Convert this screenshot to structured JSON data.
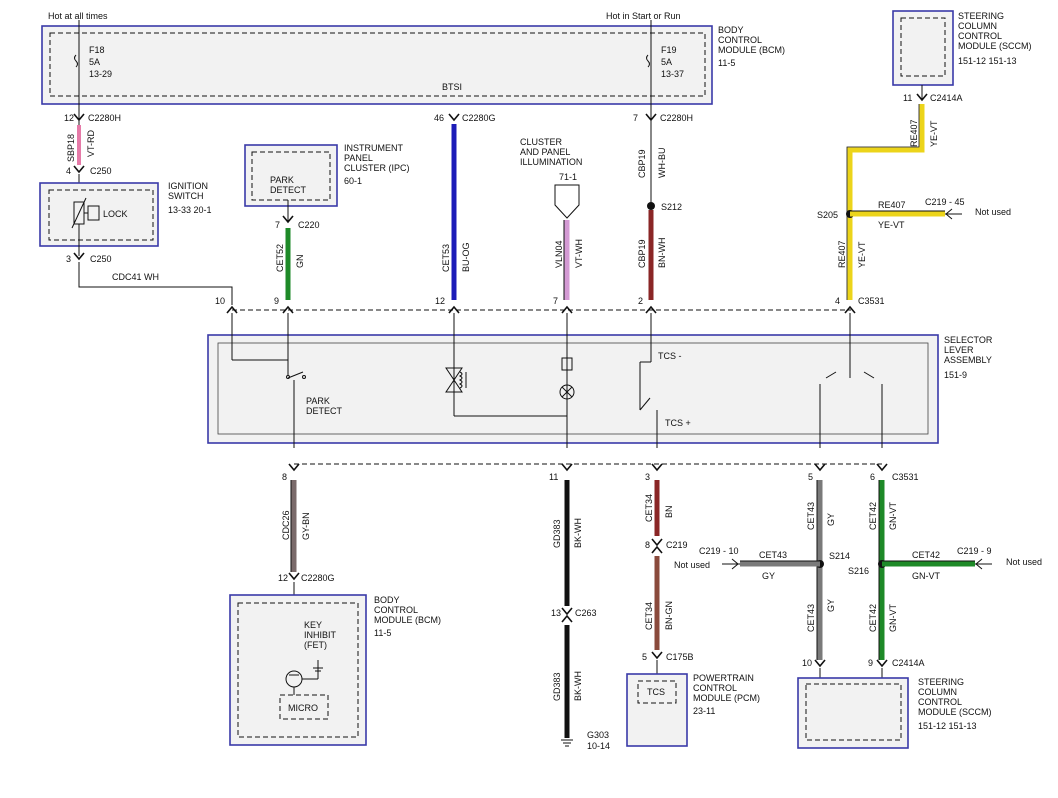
{
  "power": {
    "hot_at_all_times": "Hot at all times",
    "hot_in_start_run": "Hot in Start or Run"
  },
  "bcm_top": {
    "name": "BODY\nCONTROL\nMODULE (BCM)",
    "ref": "11-5",
    "fuse_left": {
      "label": "F18",
      "amps": "5A",
      "ref": "13-29"
    },
    "fuse_right": {
      "label": "F19",
      "amps": "5A",
      "ref": "13-37"
    },
    "btsi": "BTSI"
  },
  "sccm_top": {
    "name": "STEERING\nCOLUMN\nCONTROL\nMODULE (SCCM)",
    "ref": "151-12  151-13"
  },
  "ignition": {
    "name": "IGNITION\nSWITCH",
    "ref": "13-33  20-1",
    "lock": "LOCK"
  },
  "ipc": {
    "name": "INSTRUMENT\nPANEL\nCLUSTER (IPC)",
    "ref": "60-1",
    "inner": "PARK\nDETECT"
  },
  "cluster_illum": {
    "name": "CLUSTER\nAND PANEL\nILLUMINATION",
    "ref": "71-1"
  },
  "selector": {
    "name": "SELECTOR\nLEVER\nASSEMBLY",
    "ref": "151-9",
    "park": "PARK\nDETECT",
    "tcs_minus": "TCS -",
    "tcs_plus": "TCS +"
  },
  "bcm_bottom": {
    "name": "BODY\nCONTROL\nMODULE (BCM)",
    "ref": "11-5",
    "key_inhibit": "KEY\nINHIBIT\n(FET)",
    "micro": "MICRO"
  },
  "pcm": {
    "name": "POWERTRAIN\nCONTROL\nMODULE (PCM)",
    "ref": "23-11",
    "inner": "TCS"
  },
  "sccm_bottom": {
    "name": "STEERING\nCOLUMN\nCONTROL\nMODULE (SCCM)",
    "ref": "151-12  151-13"
  },
  "labels": {
    "p12": "12",
    "c2280h_a": "C2280H",
    "p4": "4",
    "c250_a": "C250",
    "p3": "3",
    "c250_b": "C250",
    "sbp18": "SBP18",
    "vtrd": "VT-RD",
    "cdc41": "CDC41   WH",
    "p7a": "7",
    "c220": "C220",
    "cet52": "CET52",
    "gn": "GN",
    "p46": "46",
    "c2280g_a": "C2280G",
    "cet53": "CET53",
    "buog": "BU-OG",
    "vln04": "VLN04",
    "vtwh": "VT-WH",
    "p7b": "7",
    "c2280h_b": "C2280H",
    "cbp19a": "CBP19",
    "whbu": "WH-BU",
    "s212": "S212",
    "cbp19b": "CBP19",
    "bnwh": "BN-WH",
    "p11": "11",
    "c2414a_a": "C2414A",
    "re407a": "RE407",
    "yevta": "YE-VT",
    "s205": "S205",
    "re407b": "RE407",
    "yevtb": "YE-VT",
    "c219_45": "C219 - 45",
    "not_used_1": "Not used",
    "re407c": "RE407",
    "yevtc": "YE-VT",
    "pin10": "10",
    "pin9": "9",
    "pin12": "12",
    "pin7": "7",
    "pin2": "2",
    "pin4": "4",
    "c3531_a": "C3531",
    "b8": "8",
    "b11": "11",
    "b3": "3",
    "b5": "5",
    "b6": "6",
    "c3531_b": "C3531",
    "cdc26": "CDC26",
    "gybn": "GY-BN",
    "p12b": "12",
    "c2280g_b": "C2280G",
    "gd383a": "GD383",
    "bkwha": "BK-WH",
    "p13": "13",
    "c263": "C263",
    "gd383b": "GD383",
    "bkwhb": "BK-WH",
    "g303": "G303",
    "g303ref": "10-14",
    "cet34a": "CET34",
    "bn": "BN",
    "p8": "8",
    "c219a": "C219",
    "cet34b": "CET34",
    "bngn": "BN-GN",
    "p5": "5",
    "c175b": "C175B",
    "cet43a": "CET43",
    "gya": "GY",
    "s214": "S214",
    "cet43b": "CET43",
    "gyb": "GY",
    "cet43c": "CET43",
    "gyc": "GY",
    "c219_10": "C219 - 10",
    "not_used_2": "Not used",
    "cet42a": "CET42",
    "gnvta": "GN-VT",
    "s216": "S216",
    "cet42b": "CET42",
    "gnvtb": "GN-VT",
    "cet42c": "CET42",
    "gnvtc": "GN-VT",
    "c219_9": "C219 - 9",
    "not_used_3": "Not used",
    "p10": "10",
    "p9": "9",
    "c2414a_b": "C2414A"
  },
  "colors": {
    "module_border": "#3a3aa8",
    "module_fill": "#f2f2f2",
    "pink": "#e67aa8",
    "green": "#1e8a28",
    "blue": "#1c1cb8",
    "violet": "#d49ad4",
    "dark_red": "#8a2626",
    "yellow": "#ecd41a",
    "gray": "#7a7a7a",
    "brown": "#8a4a3c",
    "black": "#111111"
  }
}
